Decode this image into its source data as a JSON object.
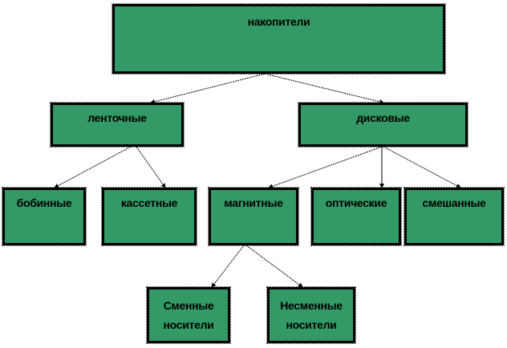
{
  "fill_color": "#339966",
  "nodes": {
    "root": "накопители",
    "tape": "ленточные",
    "disk": "дисковые",
    "reel": "бобинные",
    "cassette": "кассетные",
    "magnetic": "магнитные",
    "optical": "оптические",
    "mixed": "смешанные",
    "removable_1": "Сменные",
    "removable_2": "носители",
    "fixed_1": "Несменные",
    "fixed_2": "носители"
  },
  "edges": [
    [
      "накопители",
      "ленточные"
    ],
    [
      "накопители",
      "дисковые"
    ],
    [
      "ленточные",
      "бобинные"
    ],
    [
      "ленточные",
      "кассетные"
    ],
    [
      "дисковые",
      "магнитные"
    ],
    [
      "дисковые",
      "оптические"
    ],
    [
      "дисковые",
      "смешанные"
    ],
    [
      "магнитные",
      "Сменные носители"
    ],
    [
      "магнитные",
      "Несменные носители"
    ]
  ]
}
